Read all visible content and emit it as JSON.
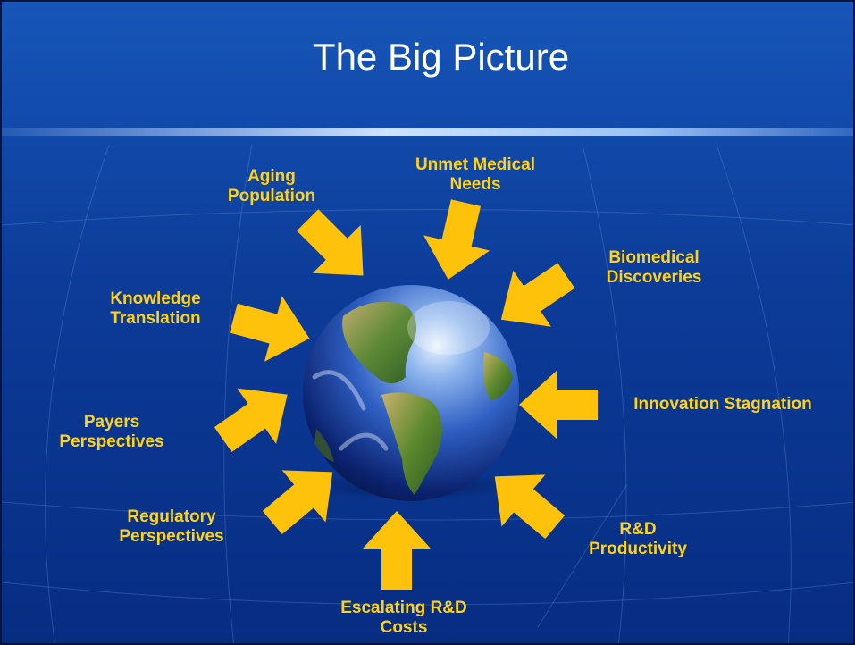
{
  "title": "The Big Picture",
  "labels": {
    "aging_population": "Aging\nPopulation",
    "unmet_medical_needs": "Unmet Medical\nNeeds",
    "biomedical_discoveries": "Biomedical\nDiscoveries",
    "knowledge_translation": "Knowledge\nTranslation",
    "innovation_stagnation": "Innovation Stagnation",
    "payers_perspectives": "Payers\nPerspectives",
    "regulatory_perspectives": "Regulatory\nPerspectives",
    "rnd_productivity": "R&D\nProductivity",
    "escalating_rnd_costs": "Escalating R&D\nCosts"
  },
  "colors": {
    "label": "#ffd21a",
    "arrow": "#ffc20a",
    "title": "#ffffff",
    "background": "#0c3b98"
  }
}
